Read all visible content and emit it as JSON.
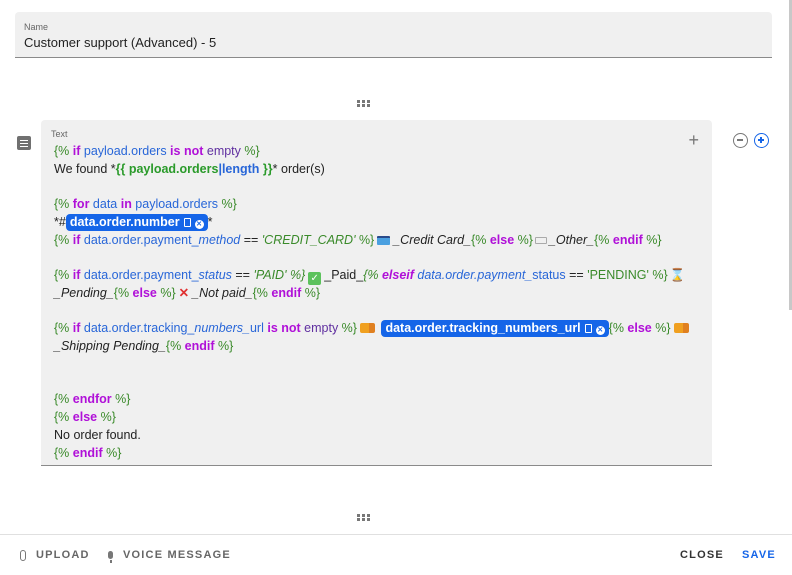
{
  "name_field": {
    "label": "Name",
    "value": "Customer support (Advanced) - 5"
  },
  "text_block": {
    "label": "Text",
    "lines": {
      "l1": [
        "{% ",
        "if",
        " payload.orders ",
        "is not",
        " empty",
        " %}"
      ],
      "l2": [
        "We found *",
        "{{ payload.orders",
        "|",
        "length",
        " }}",
        "* order(s)"
      ],
      "l3": [
        "{% ",
        "for",
        " data ",
        "in",
        " payload.orders",
        " %}"
      ],
      "l4": [
        "*#",
        "data.order.number",
        "*"
      ],
      "l5": [
        "{% ",
        "if",
        " data.order.payment_",
        "method",
        " == ",
        "'CREDIT_CARD'",
        " %}",
        "_Credit Card_",
        "{% ",
        "else",
        " %}",
        "_Other_",
        "{% ",
        "endif",
        " %}"
      ],
      "l6": [
        "{% ",
        "if",
        " data.order.payment_",
        "status",
        " == ",
        "'PAID'",
        " %}",
        "_Paid_",
        "{% ",
        "elseif",
        " data.order.payment_",
        "status",
        " == ",
        "'PENDING'",
        " %}"
      ],
      "l7": [
        "_Pending_",
        "{% ",
        "else",
        " %}",
        "_Not paid_",
        "{% ",
        "endif",
        " %}"
      ],
      "l8": [
        "{% ",
        "if",
        " data.order.tracking_",
        "numbers_",
        "url ",
        "is not",
        " empty",
        " %}",
        "data.order.tracking_numbers_url",
        "{% ",
        "else",
        " %}"
      ],
      "l9": [
        "_Shipping Pending_",
        "{% ",
        "endif",
        " %}"
      ],
      "l10": [
        "{% ",
        "endfor",
        " %}"
      ],
      "l11": [
        "{% ",
        "else",
        " %}"
      ],
      "l12": "No order found.",
      "l13": [
        "{% ",
        "endif",
        " %}"
      ]
    },
    "emojis": [
      "credit-card",
      "label-tag",
      "check-mark",
      "hourglass",
      "cross-mark",
      "delivery-truck",
      "delivery-truck"
    ]
  },
  "footer": {
    "upload_label": "UPLOAD",
    "voice_label": "VOICE MESSAGE",
    "close_label": "CLOSE",
    "save_label": "SAVE"
  },
  "colors": {
    "accent": "#1565e8",
    "keyword": "#b010d8",
    "tag": "#3a8a2a",
    "variable": "#2866d8"
  }
}
